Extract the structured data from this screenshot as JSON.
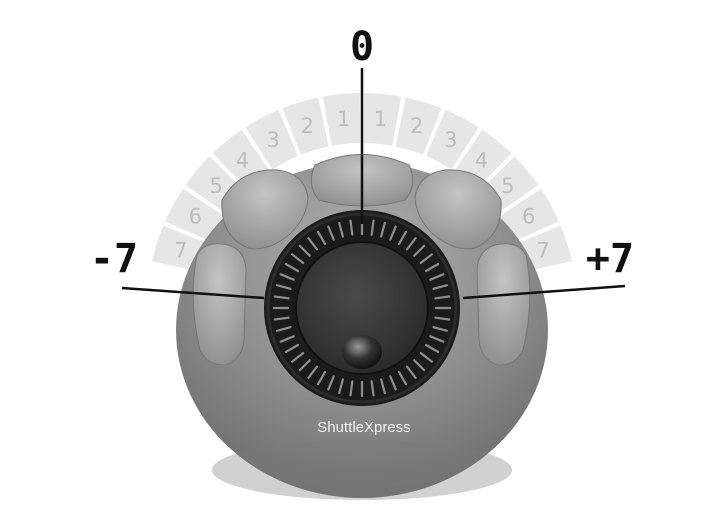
{
  "labels": {
    "center": "0",
    "left": "-7",
    "right": "+7"
  },
  "ring": {
    "left_numbers": [
      "7",
      "6",
      "5",
      "4",
      "3",
      "2",
      "1"
    ],
    "right_numbers": [
      "1",
      "2",
      "3",
      "4",
      "5",
      "6",
      "7"
    ]
  },
  "device": {
    "brand": "ShuttleXpress"
  },
  "colors": {
    "ink": "#111111",
    "segment_fill": "#e6e6e6",
    "segment_text": "#bdbdbd",
    "device_body": "#8a8a8a",
    "knob_ring": "#1b1b1b",
    "knob_center": "#3a3a3a"
  }
}
